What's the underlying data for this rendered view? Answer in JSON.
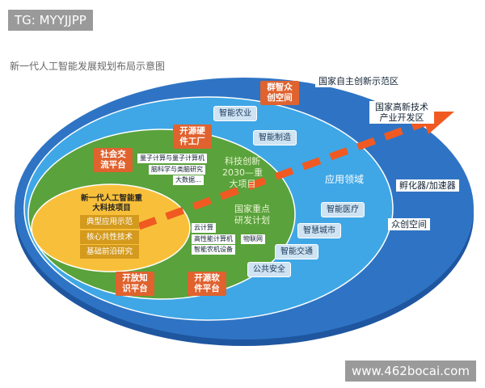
{
  "watermark_top": "TG: MYYJJPP",
  "watermark_bottom": "www.462bocai.com",
  "title": "新一代人工智能发展规划布局示意图",
  "colors": {
    "outer": "#2f74c4",
    "middle": "#3fa7e6",
    "green": "#5aa23c",
    "yellow": "#f8c03a",
    "accent": "#f05a22"
  },
  "outer_ring": {
    "items": [
      "国家自主创新示范区",
      "国家高新技术产业开发区",
      "孵化器/加速器",
      "众创空间"
    ]
  },
  "middle_ring": {
    "label": "应用领域",
    "items": [
      "智能农业",
      "智能制造",
      "智能医疗",
      "智慧城市",
      "智能交通",
      "公共安全"
    ]
  },
  "green_ring": {
    "label1": "科技创新2030—重大项目",
    "label2": "国家重点研发计划",
    "items_top": [
      "量子计算与量子计算机",
      "脑科学与类脑研究",
      "大数据..."
    ],
    "items_bottom": [
      "云计算",
      "高性能计算机",
      "物联网",
      "智能农机设备"
    ]
  },
  "core": {
    "label": "新一代人工智能重大科技项目",
    "items": [
      "典型应用示范",
      "核心共性技术",
      "基础前沿研究"
    ]
  },
  "platforms": [
    "群智众创空间",
    "开源硬件工厂",
    "社会交流平台",
    "开放知识平台",
    "开源软件平台"
  ]
}
